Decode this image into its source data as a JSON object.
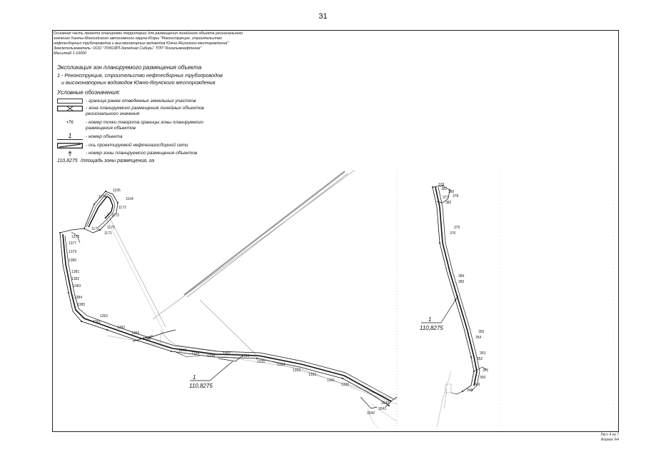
{
  "page_number": "31",
  "header": {
    "lines": [
      "Основная часть проекта планировки территории для размещения линейного объекта регионального",
      "значения Ханты-Мансийского автономного округа-Югры \"Реконструкция, строительство",
      "нефтесборных трубопроводов и высоконапорных водоводов Южно-Ягунского месторождения\"",
      "Землепользователь: ООО \"ЛУКОЙЛ-Западная Сибирь\" ТПП \"Когалымнефтегаз\"",
      "Масштаб 1:10000"
    ]
  },
  "explication": {
    "title": "Экспликация зон планируемого размещения объекта",
    "item_line1": "1 - Реконструкция, строительство нефтесборных трубопроводов",
    "item_line2": "и высоконапорных водоводов Южно-Ягунского месторождения"
  },
  "legend": {
    "title": "Условные обозначения:",
    "items": [
      {
        "symbol": "boundary-box",
        "text": "- граница ранее отведенных земельных участков",
        "text2": ""
      },
      {
        "symbol": "zone-box",
        "text": "- зона планируемого размещения линейных объектов",
        "text2": "регионального значения"
      },
      {
        "symbol": "point",
        "symbol_text": "76",
        "text": "- номер точки поворота границы зоны планируемого",
        "text2": "размещения объектов"
      },
      {
        "symbol": "object-number",
        "symbol_text": "1",
        "text": "- номер объекта",
        "text2": ""
      },
      {
        "symbol": "pipeline-axis",
        "text": "- ось проектируемой нефтегазосборной сети",
        "text2": ""
      },
      {
        "symbol": "zone-number",
        "text": "- номер зоны планируемого размещения объектов",
        "text2": ""
      },
      {
        "symbol": "area",
        "symbol_text": "110,8275",
        "text": "/площадь зоны размещения, га",
        "text2": ""
      }
    ]
  },
  "map": {
    "left_zone": {
      "number": "1",
      "area": "110,8275"
    },
    "right_zone": {
      "number": "1",
      "area": "110,8275"
    },
    "point_labels_left": [
      "1165",
      "1164",
      "1172",
      "1171",
      "1170",
      "1173",
      "1174",
      "1175",
      "1378",
      "1377",
      "1379",
      "1380",
      "1381",
      "1382",
      "1383",
      "1384",
      "1385",
      "1362",
      "1361",
      "1360",
      "1359",
      "1358",
      "1340",
      "1339",
      "1338",
      "1337",
      "1336",
      "1335",
      "1334",
      "1333",
      "1332",
      "1331",
      "1330",
      "3240",
      "3241",
      "3242"
    ],
    "point_labels_right": [
      "379",
      "380",
      "381",
      "382",
      "377",
      "378",
      "375",
      "376",
      "384",
      "383",
      "355",
      "354",
      "353",
      "352",
      "351",
      "350",
      "349",
      "348"
    ]
  },
  "footer": {
    "line1": "Лист 4 из 7",
    "line2": "Формат А4"
  }
}
